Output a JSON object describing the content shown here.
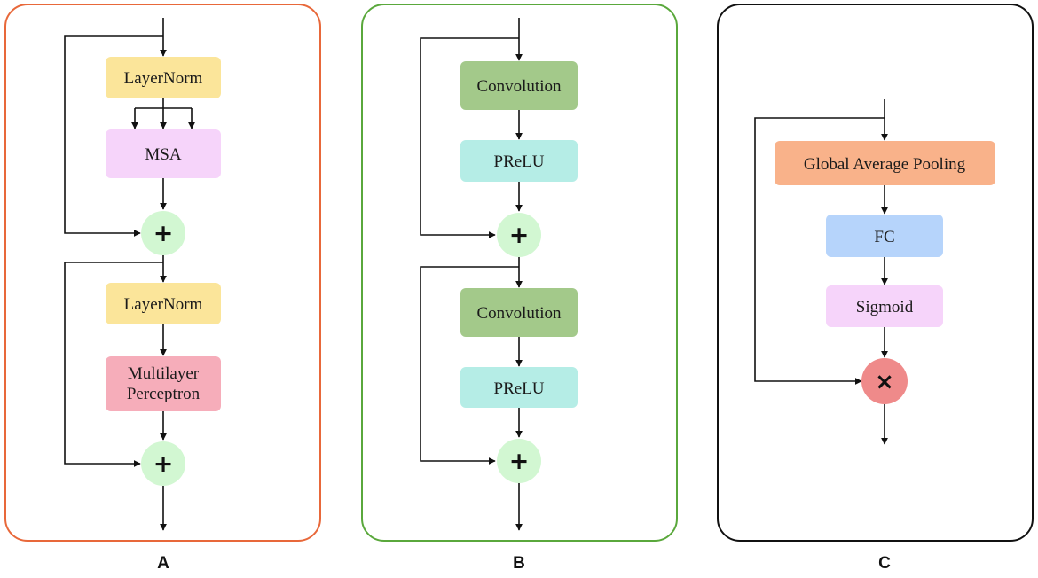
{
  "panels": [
    {
      "id": "A",
      "label": "A",
      "border_color": "#e8683a",
      "blocks": {
        "layernorm_1": {
          "label": "LayerNorm",
          "color": "#fbe59a"
        },
        "msa": {
          "label": "MSA",
          "color": "#f6d4fa"
        },
        "layernorm_2": {
          "label": "LayerNorm",
          "color": "#fbe59a"
        },
        "mlp": {
          "line1": "Multilayer",
          "line2": "Perceptron",
          "color": "#f6adba"
        }
      },
      "ops": {
        "add_1": {
          "symbol": "+",
          "color": "#d2f7d2"
        },
        "add_2": {
          "symbol": "+",
          "color": "#d2f7d2"
        }
      }
    },
    {
      "id": "B",
      "label": "B",
      "border_color": "#5aa83c",
      "blocks": {
        "conv_1": {
          "label": "Convolution",
          "color": "#a3c98a"
        },
        "prelu_1": {
          "label": "PReLU",
          "color": "#b5ede6"
        },
        "conv_2": {
          "label": "Convolution",
          "color": "#a3c98a"
        },
        "prelu_2": {
          "label": "PReLU",
          "color": "#b5ede6"
        }
      },
      "ops": {
        "add_1": {
          "symbol": "+",
          "color": "#d2f7d2"
        },
        "add_2": {
          "symbol": "+",
          "color": "#d2f7d2"
        }
      }
    },
    {
      "id": "C",
      "label": "C",
      "border_color": "#111111",
      "blocks": {
        "gap": {
          "label": "Global Average Pooling",
          "color": "#f9b28a"
        },
        "fc": {
          "label": "FC",
          "color": "#b6d4fb"
        },
        "sigmoid": {
          "label": "Sigmoid",
          "color": "#f6d4fa"
        }
      },
      "ops": {
        "mul": {
          "symbol": "×",
          "color": "#ef8a8a"
        }
      }
    }
  ]
}
